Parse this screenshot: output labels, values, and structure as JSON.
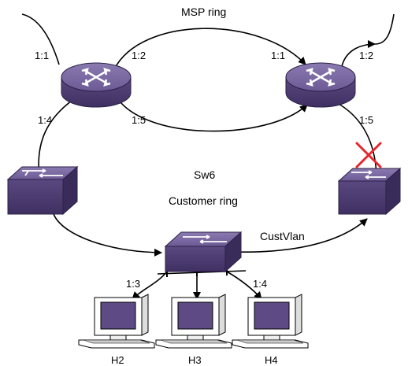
{
  "ring_labels": {
    "msp": "MSP ring",
    "customer": "Customer ring",
    "switch_name": "Sw6",
    "vlan": "CustVlan"
  },
  "ports": {
    "r1_in": "1:1",
    "r1_top": "1:2",
    "r1_left": "1:4",
    "r1_bottom": "1:5",
    "r2_in": "1:1",
    "r2_out": "1:2",
    "r2_right": "1:5",
    "h2_port": "1:3",
    "h4_port": "1:4"
  },
  "hosts": [
    "H2",
    "H3",
    "H4"
  ],
  "colors": {
    "device_purple": "#5e4a85",
    "failure_x": "#e8252b"
  },
  "failure_marker": "red-x-icon"
}
